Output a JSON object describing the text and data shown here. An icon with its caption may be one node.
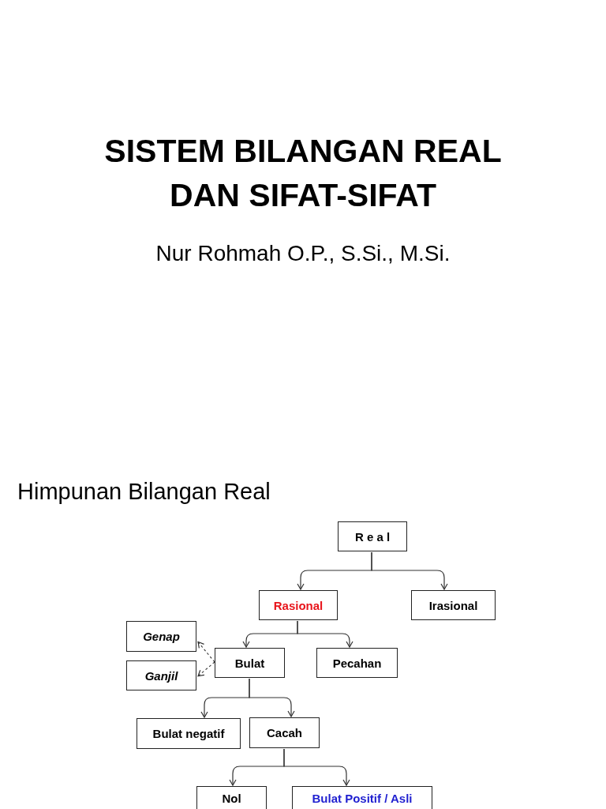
{
  "diagram": {
    "title": "SISTEM BILANGAN REAL DAN SIFAT-SIFAT",
    "nodes": [
      {
        "text": [
          "R e a l"
        ]
      },
      {
        "text": [
          "Rasional"
        ]
      },
      {
        "text": [
          "Irasional"
        ]
      },
      {
        "text": [
          "Genap"
        ]
      },
      {
        "text": [
          "Ganjil"
        ]
      },
      {
        "text": [
          "Bulat"
        ]
      },
      {
        "text": [
          "Pecahan"
        ]
      },
      {
        "text": [
          "Bulat negatif"
        ]
      },
      {
        "text": [
          "Cacah"
        ]
      },
      {
        "text": [
          "Nol"
        ]
      },
      {
        "text": [
          "Bulat Positif / Asli"
        ]
      }
    ],
    "edges": [
      {
        "from": 0,
        "to": 1,
        "arrow": "to"
      },
      {
        "from": 0,
        "to": 2,
        "arrow": "to"
      },
      {
        "from": 1,
        "to": 5,
        "arrow": "to"
      },
      {
        "from": 1,
        "to": 6,
        "arrow": "to"
      },
      {
        "from": 5,
        "to": 3,
        "arrow": "to",
        "style": "dashed"
      },
      {
        "from": 5,
        "to": 4,
        "arrow": "to",
        "style": "dashed"
      },
      {
        "from": 5,
        "to": 7,
        "arrow": "to"
      },
      {
        "from": 5,
        "to": 8,
        "arrow": "to"
      },
      {
        "from": 8,
        "to": 9,
        "arrow": "to"
      },
      {
        "from": 8,
        "to": 10,
        "arrow": "to"
      }
    ],
    "labels": [
      "Nur Rohmah O.P., S.Si., M.Si.",
      "Himpunan Bilangan Real"
    ]
  }
}
